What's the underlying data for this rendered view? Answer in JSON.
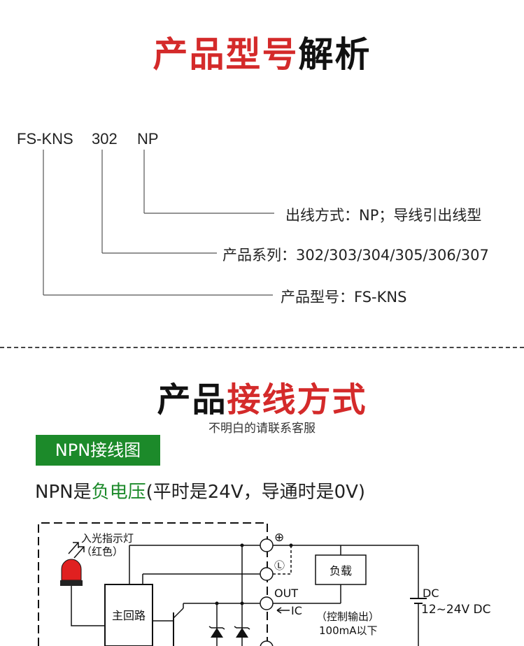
{
  "section1": {
    "title_red": "产品型号",
    "title_black": "解析",
    "code_parts": [
      "FS-KNS",
      "302",
      "NP"
    ],
    "descriptions": [
      "出线方式：NP；导线引出线型",
      "产品系列：302/303/304/305/306/307",
      "产品型号：FS-KNS"
    ]
  },
  "section2": {
    "title_black": "产品",
    "title_red": "接线方式",
    "subtitle": "不明白的请联系客服",
    "badge": "NPN接线图",
    "npn_prefix": "NPN是",
    "npn_highlight": "负电压",
    "npn_suffix": "(平时是24V，导通时是0V)"
  },
  "diagram": {
    "indicator_label": "入光指示灯",
    "indicator_sub": "（红色）",
    "main_circuit": "主回路",
    "load": "负载",
    "out_label": "OUT",
    "ic_label": "IC",
    "control_output": "（控制输出）",
    "current_limit": "100mA以下",
    "dc_label": "DC",
    "dc_range": "12~24V DC",
    "plus_symbol": "⊕",
    "l_symbol": "Ⓛ"
  }
}
